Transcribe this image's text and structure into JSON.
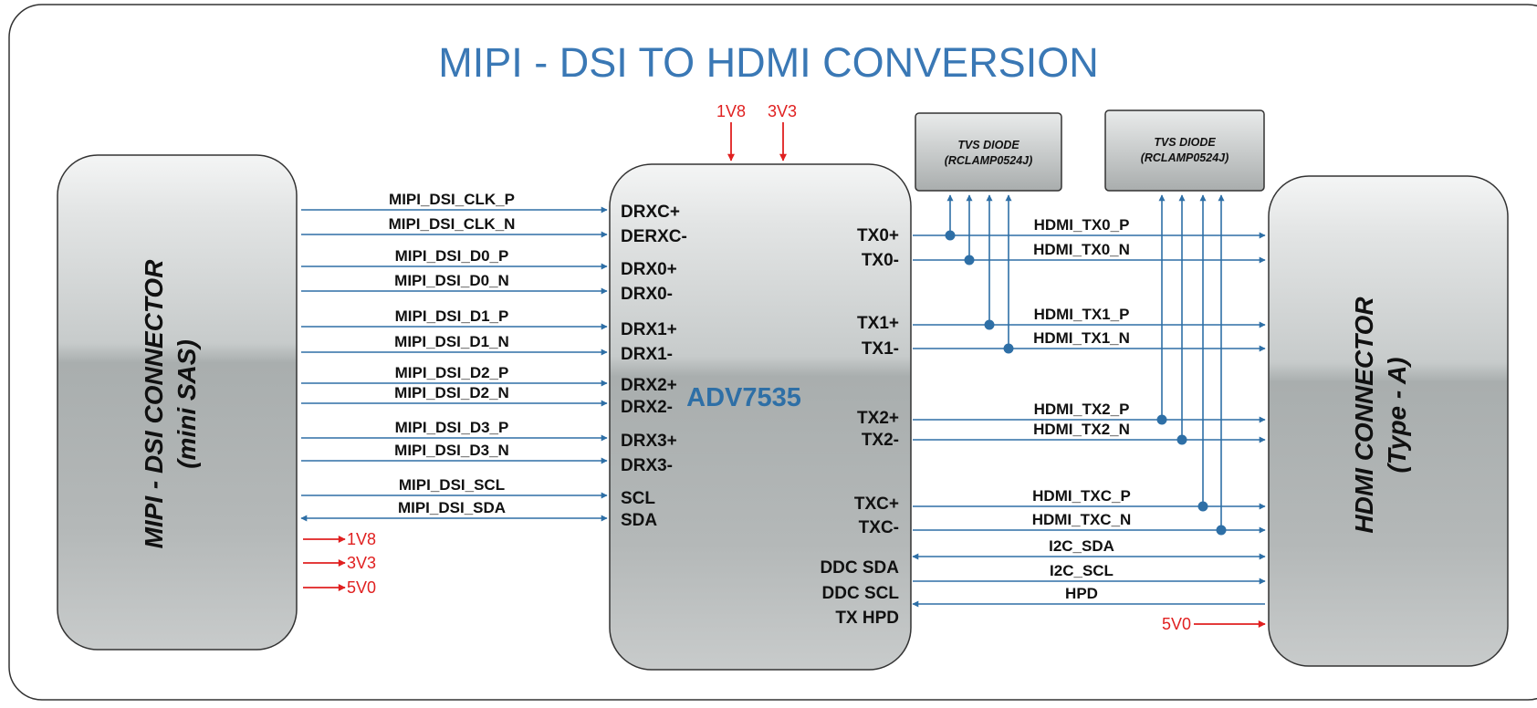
{
  "title": "MIPI - DSI TO HDMI CONVERSION",
  "colors": {
    "line": "#2e6fa6",
    "power": "#e02020",
    "title": "#3a78b5",
    "chip_label": "#2e6fa6"
  },
  "left_connector": {
    "line1": "MIPI - DSI CONNECTOR",
    "line2": "(mini SAS)"
  },
  "right_connector": {
    "line1": "HDMI CONNECTOR",
    "line2": "(Type - A)"
  },
  "chip": {
    "name": "ADV7535",
    "power_inputs": [
      "1V8",
      "3V3"
    ],
    "left_pins": [
      "DRXC+",
      "DERXC-",
      "DRX0+",
      "DRX0-",
      "DRX1+",
      "DRX1-",
      "DRX2+",
      "DRX2-",
      "DRX3+",
      "DRX3-",
      "SCL",
      "SDA"
    ],
    "right_pins": [
      "TX0+",
      "TX0-",
      "TX1+",
      "TX1-",
      "TX2+",
      "TX2-",
      "TXC+",
      "TXC-",
      "DDC SDA",
      "DDC SCL",
      "TX HPD"
    ]
  },
  "left_signals": [
    "MIPI_DSI_CLK_P",
    "MIPI_DSI_CLK_N",
    "MIPI_DSI_D0_P",
    "MIPI_DSI_D0_N",
    "MIPI_DSI_D1_P",
    "MIPI_DSI_D1_N",
    "MIPI_DSI_D2_P",
    "MIPI_DSI_D2_N",
    "MIPI_DSI_D3_P",
    "MIPI_DSI_D3_N",
    "MIPI_DSI_SCL",
    "MIPI_DSI_SDA"
  ],
  "left_power": [
    "1V8",
    "3V3",
    "5V0"
  ],
  "right_signals": [
    "HDMI_TX0_P",
    "HDMI_TX0_N",
    "HDMI_TX1_P",
    "HDMI_TX1_N",
    "HDMI_TX2_P",
    "HDMI_TX2_N",
    "HDMI_TXC_P",
    "HDMI_TXC_N",
    "I2C_SDA",
    "I2C_SCL",
    "HPD"
  ],
  "right_power": "5V0",
  "tvs": [
    {
      "line1": "TVS DIODE",
      "line2": "(RCLAMP0524J)"
    },
    {
      "line1": "TVS DIODE",
      "line2": "(RCLAMP0524J)"
    }
  ]
}
